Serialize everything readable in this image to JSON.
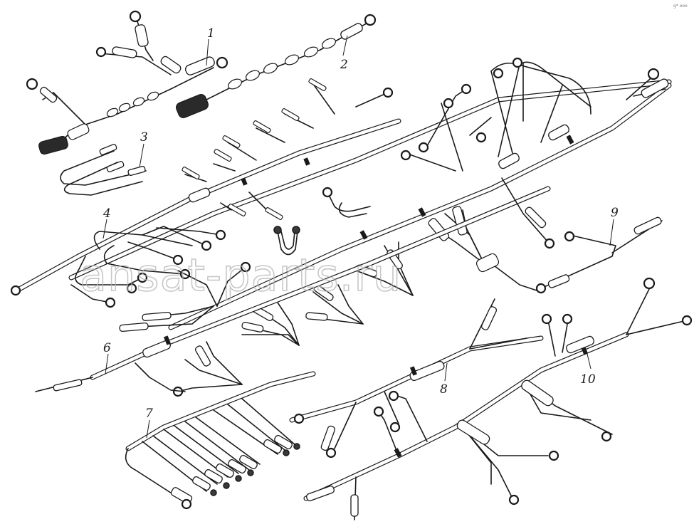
{
  "figure": {
    "callouts": [
      "1",
      "2",
      "3",
      "4",
      "6",
      "7",
      "8",
      "9",
      "10"
    ],
    "watermark": "ansat-parts.ru",
    "corner_mark": "g* ooo"
  },
  "colors": {
    "ink": "#1a1a1a",
    "paper": "#ffffff",
    "watermark": "#b5b5b5"
  }
}
